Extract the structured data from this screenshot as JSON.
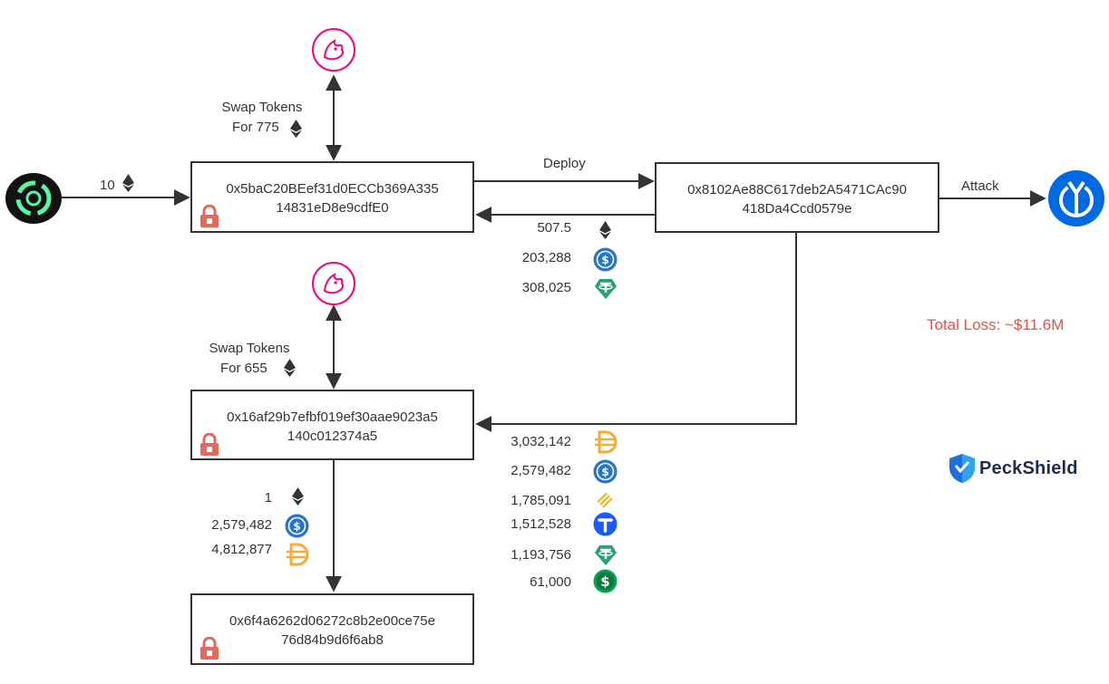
{
  "colors": {
    "line": "#333333",
    "loss_text": "#e5534b",
    "lock": "#e06a5c",
    "uniswap_pink": "#ff007a",
    "usdc_blue": "#2775ca",
    "usdt_green": "#26a17b",
    "dai_yellow": "#f5ac37",
    "busd_yellow": "#f0b90b",
    "tusd_blue": "#1a5aff",
    "gusd_green": "#00a65a",
    "yearn_blue": "#006ae3"
  },
  "nodes": {
    "exploiter": {
      "addr_line1": "0x5baC20BEef31d0ECCb369A335",
      "addr_line2": "14831eD8e9cdfE0"
    },
    "attack_contract": {
      "addr_line1": "0x8102Ae88C617deb2A5471CAc90",
      "addr_line2": "418Da4Ccd0579e"
    },
    "receiver": {
      "addr_line1": "0x16af29b7efbf019ef30aae9023a5",
      "addr_line2": "140c012374a5"
    },
    "final": {
      "addr_line1": "0x6f4a6262d06272c8b2e00ce75e",
      "addr_line2": "76d84b9d6f6ab8"
    }
  },
  "icons": {
    "tornado": "tornado-cash-icon",
    "uniswap": "uniswap-icon",
    "yearn": "yearn-icon",
    "eth": "eth-icon",
    "usdc": "usdc-icon",
    "usdt": "usdt-icon",
    "dai": "dai-icon",
    "busd": "busd-icon",
    "tusd": "tusd-icon",
    "gusd": "gusd-icon",
    "lock": "lock-icon"
  },
  "edges": {
    "funding_amount": "10",
    "swap_top_line1": "Swap Tokens",
    "swap_top_line2": "For 775",
    "deploy_label": "Deploy",
    "attack_label": "Attack",
    "swap_bottom_line1": "Swap Tokens",
    "swap_bottom_line2": "For 655"
  },
  "returns_to_exploiter": [
    {
      "amount": "507.5",
      "token": "eth"
    },
    {
      "amount": "203,288",
      "token": "usdc"
    },
    {
      "amount": "308,025",
      "token": "usdt"
    }
  ],
  "transfers_to_receiver": [
    {
      "amount": "3,032,142",
      "token": "dai"
    },
    {
      "amount": "2,579,482",
      "token": "usdc"
    },
    {
      "amount": "1,785,091",
      "token": "busd"
    },
    {
      "amount": "1,512,528",
      "token": "tusd"
    },
    {
      "amount": "1,193,756",
      "token": "usdt"
    },
    {
      "amount": "61,000",
      "token": "gusd"
    }
  ],
  "transfers_to_final": [
    {
      "amount": "1",
      "token": "eth"
    },
    {
      "amount": "2,579,482",
      "token": "usdc"
    },
    {
      "amount": "4,812,877",
      "token": "dai"
    }
  ],
  "total_loss": "Total Loss: ~$11.6M",
  "brand": {
    "name": "PeckShield"
  }
}
